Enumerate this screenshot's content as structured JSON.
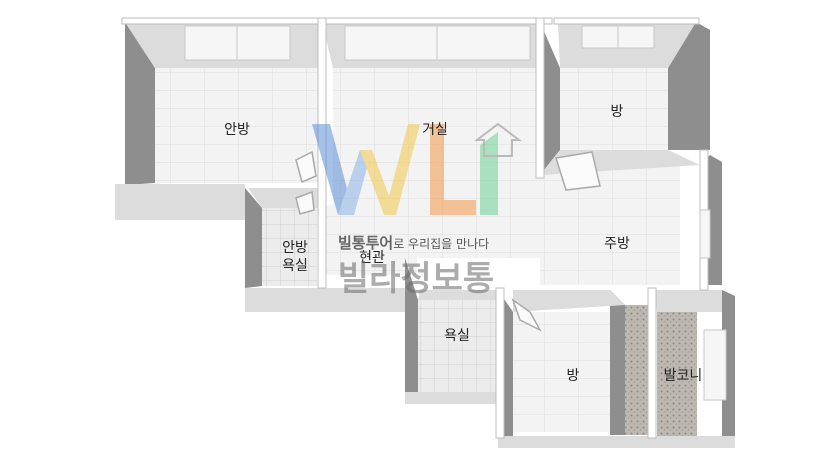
{
  "rooms": {
    "master_bedroom": "안방",
    "living_room": "거실",
    "room_top_right": "방",
    "master_bath_line1": "안방",
    "master_bath_line2": "욕실",
    "kitchen": "주방",
    "entrance": "현관",
    "bathroom": "욕실",
    "room_bottom": "방",
    "balcony": "발코니"
  },
  "watermark": {
    "tagline_bold": "빌통투어",
    "tagline_rest": "로 우리집을 만나다",
    "brand": "빌라정보통"
  },
  "colors": {
    "floor": "#f2f2f2",
    "floor_grid": "#dcdcdc",
    "wall_top": "#ffffff",
    "wall_side_dark": "#8e8e8e",
    "wall_side_light": "#d9d9d9",
    "bath_tile": "#e8e8e8",
    "balcony_floor": "#b9b5b0"
  }
}
